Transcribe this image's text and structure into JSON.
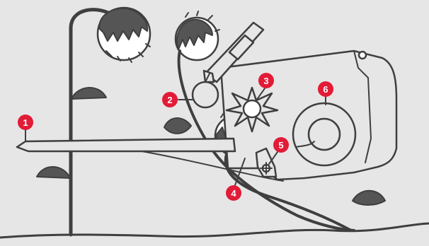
{
  "diagram": {
    "callouts": [
      {
        "label": "1"
      },
      {
        "label": "2"
      },
      {
        "label": "3"
      },
      {
        "label": "4"
      },
      {
        "label": "5"
      },
      {
        "label": "6"
      }
    ],
    "colors": {
      "background": "#e6e6e6",
      "outline": "#3f3f3f",
      "callout": "#e21b36",
      "head_dark": "#555555",
      "head_light": "#ffffff"
    }
  }
}
